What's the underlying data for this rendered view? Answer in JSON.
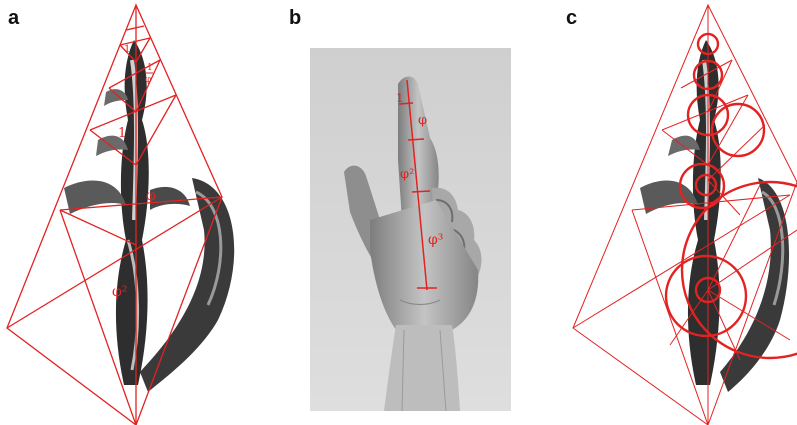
{
  "panels": {
    "a": {
      "letter": "a",
      "labels": [
        "1",
        "1",
        "φ",
        "1",
        "φ",
        "φ²"
      ]
    },
    "b": {
      "letter": "b",
      "labels": [
        "1",
        "φ",
        "φ²",
        "φ³"
      ]
    },
    "c": {
      "letter": "c"
    }
  },
  "colors": {
    "construction_red": "#e32222",
    "shell_dark": "#2a2a2a",
    "photo_bg": "#d4d4d4",
    "hand": "#9a9a9a"
  },
  "icons": [
    "shell-illustration",
    "hand-photograph",
    "golden-ratio-triangles",
    "golden-ratio-circles"
  ]
}
